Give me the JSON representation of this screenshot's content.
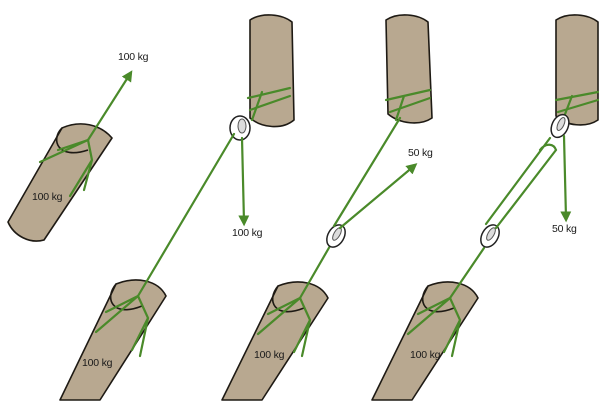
{
  "colors": {
    "rope": "#4a8a2a",
    "log": "#b8a890",
    "outline": "#1e1a14"
  },
  "panel1": {
    "log_label": "100 kg",
    "force_label": "100 kg"
  },
  "panel2": {
    "log_label": "100 kg",
    "force_label": "100 kg"
  },
  "panel3": {
    "log_label": "100 kg",
    "force_label": "50 kg"
  },
  "panel4": {
    "log_label": "100 kg",
    "force_label": "50 kg"
  }
}
